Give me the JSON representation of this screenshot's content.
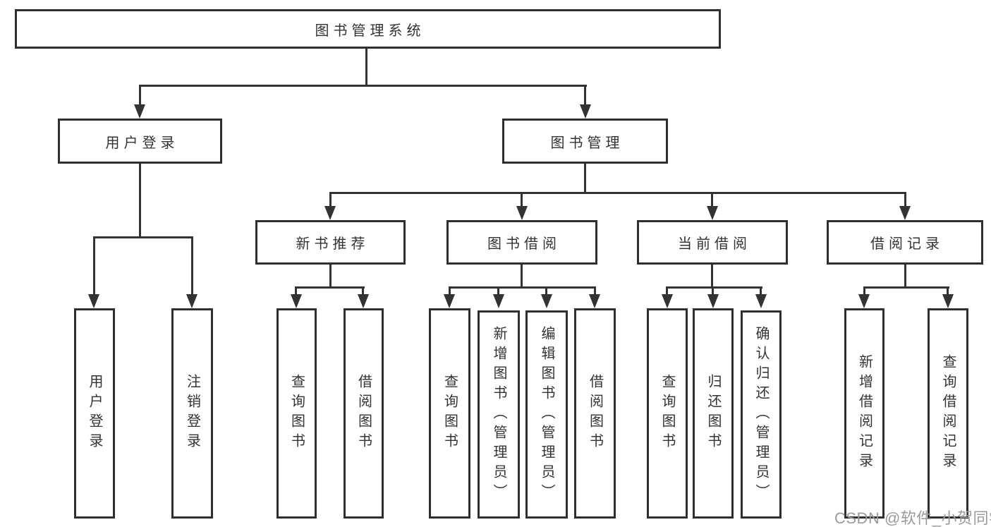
{
  "diagram_type": "hierarchy-chart",
  "colors": {
    "background": "#ffffff",
    "box_border": "#2f2f2f",
    "connector": "#333333",
    "text": "#333333",
    "watermark": "#9b9b9b"
  },
  "tree": {
    "root": {
      "label": "图书管理系统",
      "children": [
        {
          "label": "用户登录",
          "children": [
            {
              "label": "用户登录"
            },
            {
              "label": "注销登录"
            }
          ]
        },
        {
          "label": "图书管理",
          "children": [
            {
              "label": "新书推荐",
              "children": [
                {
                  "label": "查询图书"
                },
                {
                  "label": "借阅图书"
                }
              ]
            },
            {
              "label": "图书借阅",
              "children": [
                {
                  "label": "查询图书"
                },
                {
                  "label": "新增图书（管理员）"
                },
                {
                  "label": "编辑图书（管理员）"
                },
                {
                  "label": "借阅图书"
                }
              ]
            },
            {
              "label": "当前借阅",
              "children": [
                {
                  "label": "查询图书"
                },
                {
                  "label": "归还图书"
                },
                {
                  "label": "确认归还（管理员）"
                }
              ]
            },
            {
              "label": "借阅记录",
              "children": [
                {
                  "label": "新增借阅记录"
                },
                {
                  "label": "查询借阅记录"
                }
              ]
            }
          ]
        }
      ]
    }
  },
  "watermark": {
    "text": "CSDN @软件_小贺同学"
  }
}
